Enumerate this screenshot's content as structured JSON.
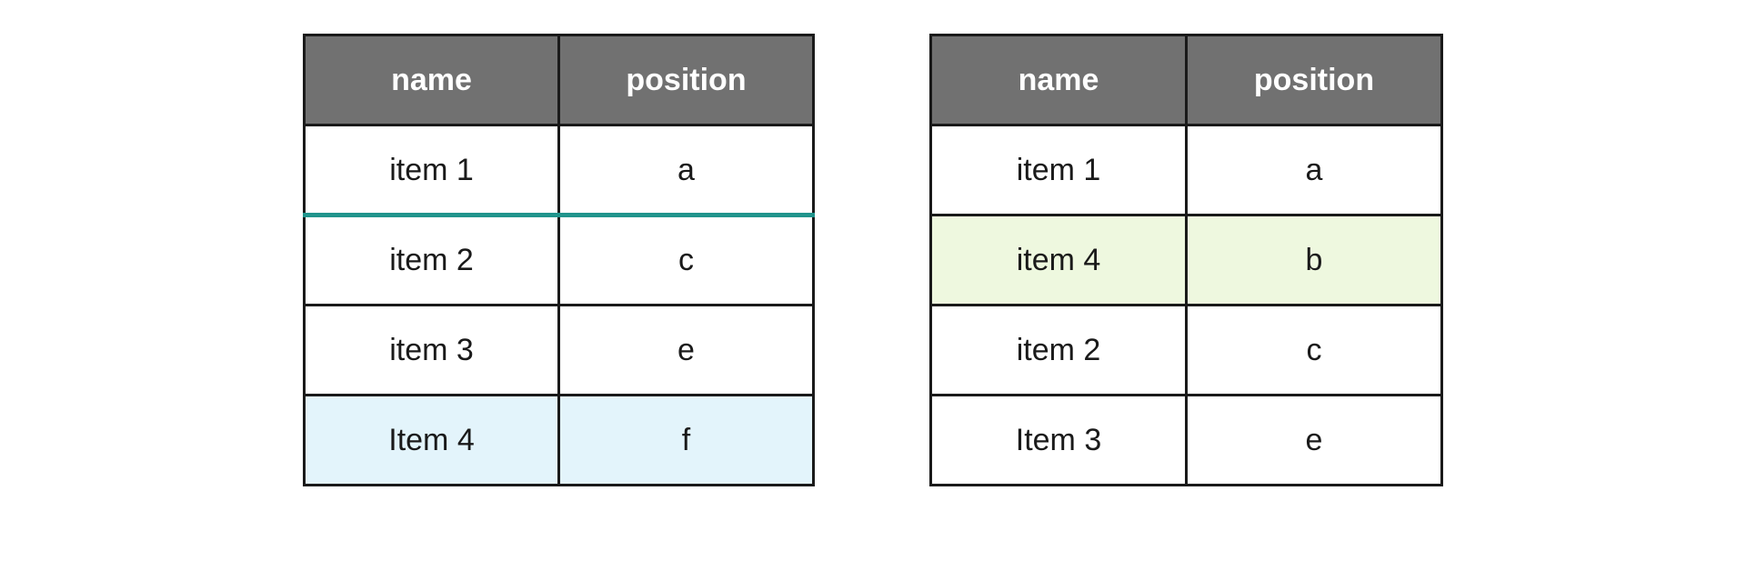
{
  "colors": {
    "header_bg": "#717171",
    "header_text": "#ffffff",
    "border": "#1a1a1a",
    "cell_text": "#1a1a1a",
    "drop_indicator": "#20948c",
    "highlight_blue": "#e3f4fb",
    "highlight_green": "#eef8df"
  },
  "chart_data": [
    {
      "type": "table",
      "columns": [
        "name",
        "position"
      ],
      "rows": [
        {
          "name": "item 1",
          "position": "a",
          "highlight": "none"
        },
        {
          "name": "item 2",
          "position": "c",
          "highlight": "none"
        },
        {
          "name": "item 3",
          "position": "e",
          "highlight": "none"
        },
        {
          "name": "Item 4",
          "position": "f",
          "highlight": "light-blue"
        }
      ],
      "drop_indicator": {
        "after_row_index": 0,
        "color": "#20948c"
      }
    },
    {
      "type": "table",
      "columns": [
        "name",
        "position"
      ],
      "rows": [
        {
          "name": "item 1",
          "position": "a",
          "highlight": "none"
        },
        {
          "name": "item 4",
          "position": "b",
          "highlight": "light-green"
        },
        {
          "name": "item 2",
          "position": "c",
          "highlight": "none"
        },
        {
          "name": "Item 3",
          "position": "e",
          "highlight": "none"
        }
      ]
    }
  ]
}
